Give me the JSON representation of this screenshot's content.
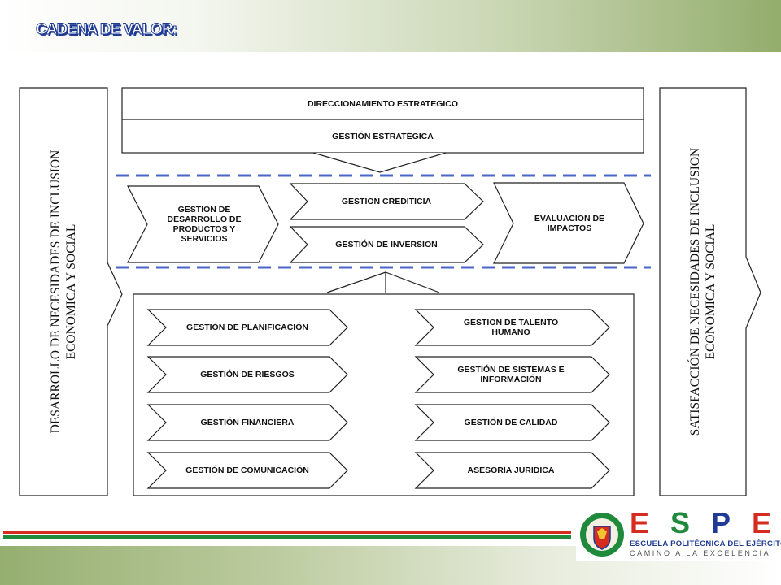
{
  "slide_title": "CADENA DE VALOR:",
  "left_panel": [
    "DESARROLLO DE NECESIDADES DE INCLUSION",
    "ECONOMICA Y SOCIAL"
  ],
  "right_panel": [
    "SATISFACCIÓN  DE NECESIDADES DE INCLUSION",
    "ECONOMICA Y SOCIAL"
  ],
  "strategic": {
    "direccionamiento": "DIRECCIONAMIENTO ESTRATEGICO",
    "gestion_estrategica": "GESTIÓN ESTRATÉGICA"
  },
  "core": {
    "productos": "GESTION DE DESARROLLO DE PRODUCTOS Y SERVICIOS",
    "crediticia": "GESTION CREDITICIA",
    "inversion": "GESTIÓN DE INVERSION",
    "evaluacion": "EVALUACION DE IMPACTOS"
  },
  "support_left": [
    "GESTIÓN DE PLANIFICACIÓN",
    "GESTIÓN DE RIESGOS",
    "GESTIÓN FINANCIERA",
    "GESTIÓN DE COMUNICACIÓN"
  ],
  "support_right": [
    "GESTION DE TALENTO HUMANO",
    "GESTIÓN DE SISTEMAS E INFORMACIÓN",
    "GESTIÓN DE CALIDAD",
    "ASESORÍA JURIDICA"
  ],
  "logo": {
    "letters": [
      "E",
      "S",
      "P",
      "E"
    ],
    "school": "ESCUELA POLITÉCNICA DEL EJÉRCITO",
    "motto": "CAMINO A LA EXCELENCIA",
    "colors": {
      "red": "#d62c1f",
      "green": "#1f8a3c",
      "blue": "#1f3b94"
    }
  }
}
